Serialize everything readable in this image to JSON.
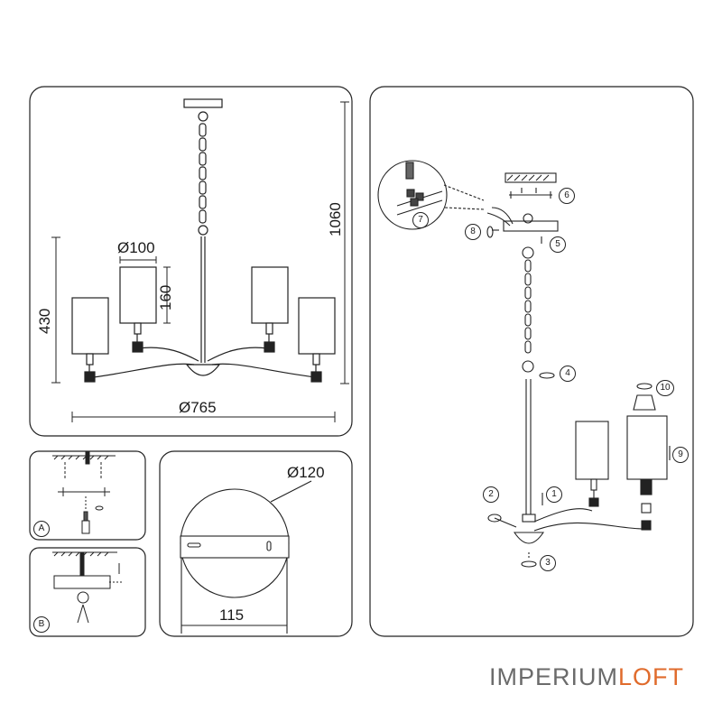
{
  "dimensions": {
    "shade_diameter": "Ø100",
    "shade_height": "160",
    "arm_height": "430",
    "total_height": "1060",
    "span_diameter": "Ø765",
    "canopy_diameter": "Ø120",
    "canopy_width": "115"
  },
  "inset_labels": {
    "a": "A",
    "b": "B"
  },
  "steps": [
    "1",
    "2",
    "3",
    "4",
    "5",
    "6",
    "7",
    "8",
    "9",
    "10"
  ],
  "brand": {
    "part1": "IMPERIUM",
    "part2": "LOFT"
  },
  "colors": {
    "line": "#222222",
    "brand_gray": "#6b6b6b",
    "brand_orange": "#e06b2c"
  }
}
